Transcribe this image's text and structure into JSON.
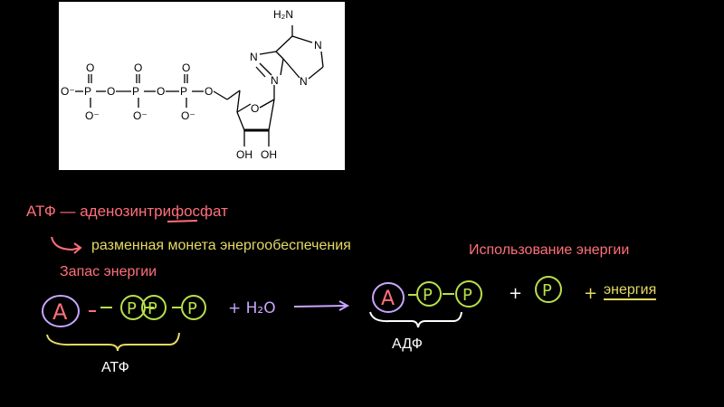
{
  "structure": {
    "nh2": "H₂N",
    "ring_n": [
      "N",
      "N",
      "N",
      "N"
    ],
    "oh1": "OH",
    "oh2": "OH",
    "o_atoms": [
      "O",
      "O",
      "O",
      "O"
    ],
    "p_atoms": [
      "P",
      "P",
      "P"
    ],
    "o_minus": [
      "O⁻",
      "O⁻",
      "O⁻",
      "O⁻"
    ],
    "ring_o": "O"
  },
  "notes": {
    "atp_title": "АТФ — аденозинтрифосфат",
    "slogan": "разменная монета энергообеспечения",
    "reserve": "Запас энергии",
    "usage": "Использование энергии",
    "energy_word": "энергия",
    "atp_label": "АТФ",
    "adp_label": "АДФ"
  },
  "equation": {
    "adenine": "A",
    "phosphate": "P",
    "water": "+ H₂O",
    "plus": "+"
  },
  "colors": {
    "pink": "#ff6f7a",
    "yellow": "#e6da63",
    "green": "#b8e04a",
    "violet": "#c8a6ff",
    "white": "#ffffff"
  }
}
